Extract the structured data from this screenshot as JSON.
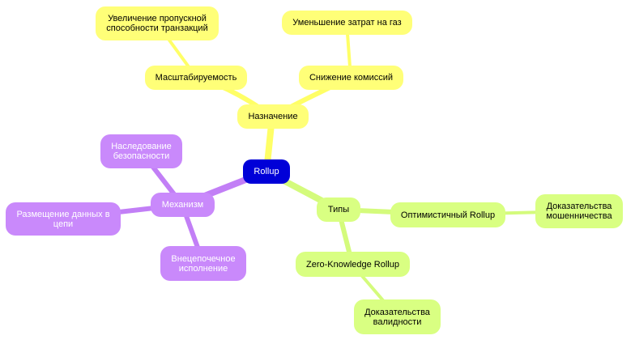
{
  "colors": {
    "root": "#0000d8",
    "branch_yellow": "#ffff78",
    "branch_green": "#d9ff82",
    "branch_purple": "#c989fb",
    "edge_yellow": "#ffff66",
    "edge_green": "#d4fb7c",
    "edge_purple": "#c27ff6"
  },
  "root": {
    "label": "Rollup"
  },
  "purpose": {
    "label": "Назначение",
    "scalability": {
      "label": "Масштабируемость",
      "throughput": "Увеличение пропускной способности транзакций"
    },
    "fees": {
      "label": "Снижение комиссий",
      "gas": "Уменьшение затрат на газ"
    }
  },
  "types": {
    "label": "Типы",
    "optimistic": {
      "label": "Оптимистичный Rollup",
      "fraud_proofs": "Доказательства мошенничества"
    },
    "zk": {
      "label": "Zero-Knowledge Rollup",
      "validity_proofs": "Доказательства валидности"
    }
  },
  "mechanism": {
    "label": "Механизм",
    "security": "Наследование безопасности",
    "data": "Размещение данных в цепи",
    "offchain": "Внецепочечное исполнение"
  }
}
